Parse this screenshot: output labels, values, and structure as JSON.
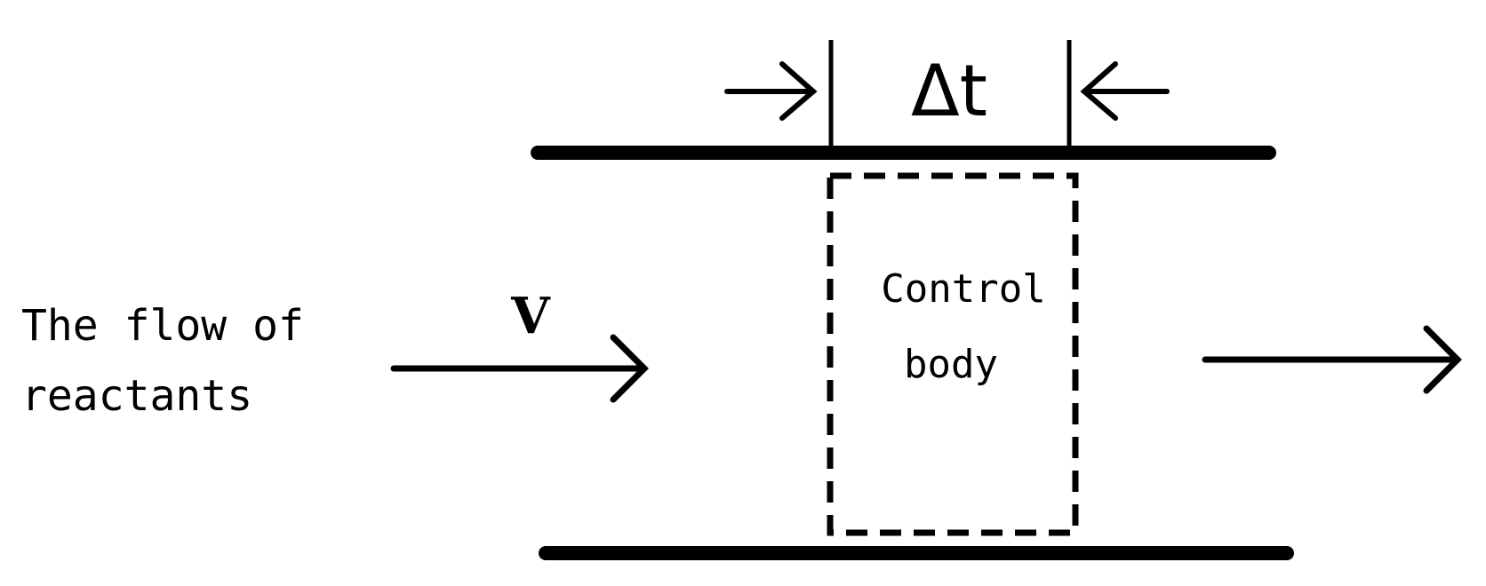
{
  "labels": {
    "inflow_line1": "The flow of",
    "inflow_line2": "reactants",
    "velocity": "V",
    "time_step": "Δt",
    "control_line1": "Control",
    "control_line2": "body"
  }
}
